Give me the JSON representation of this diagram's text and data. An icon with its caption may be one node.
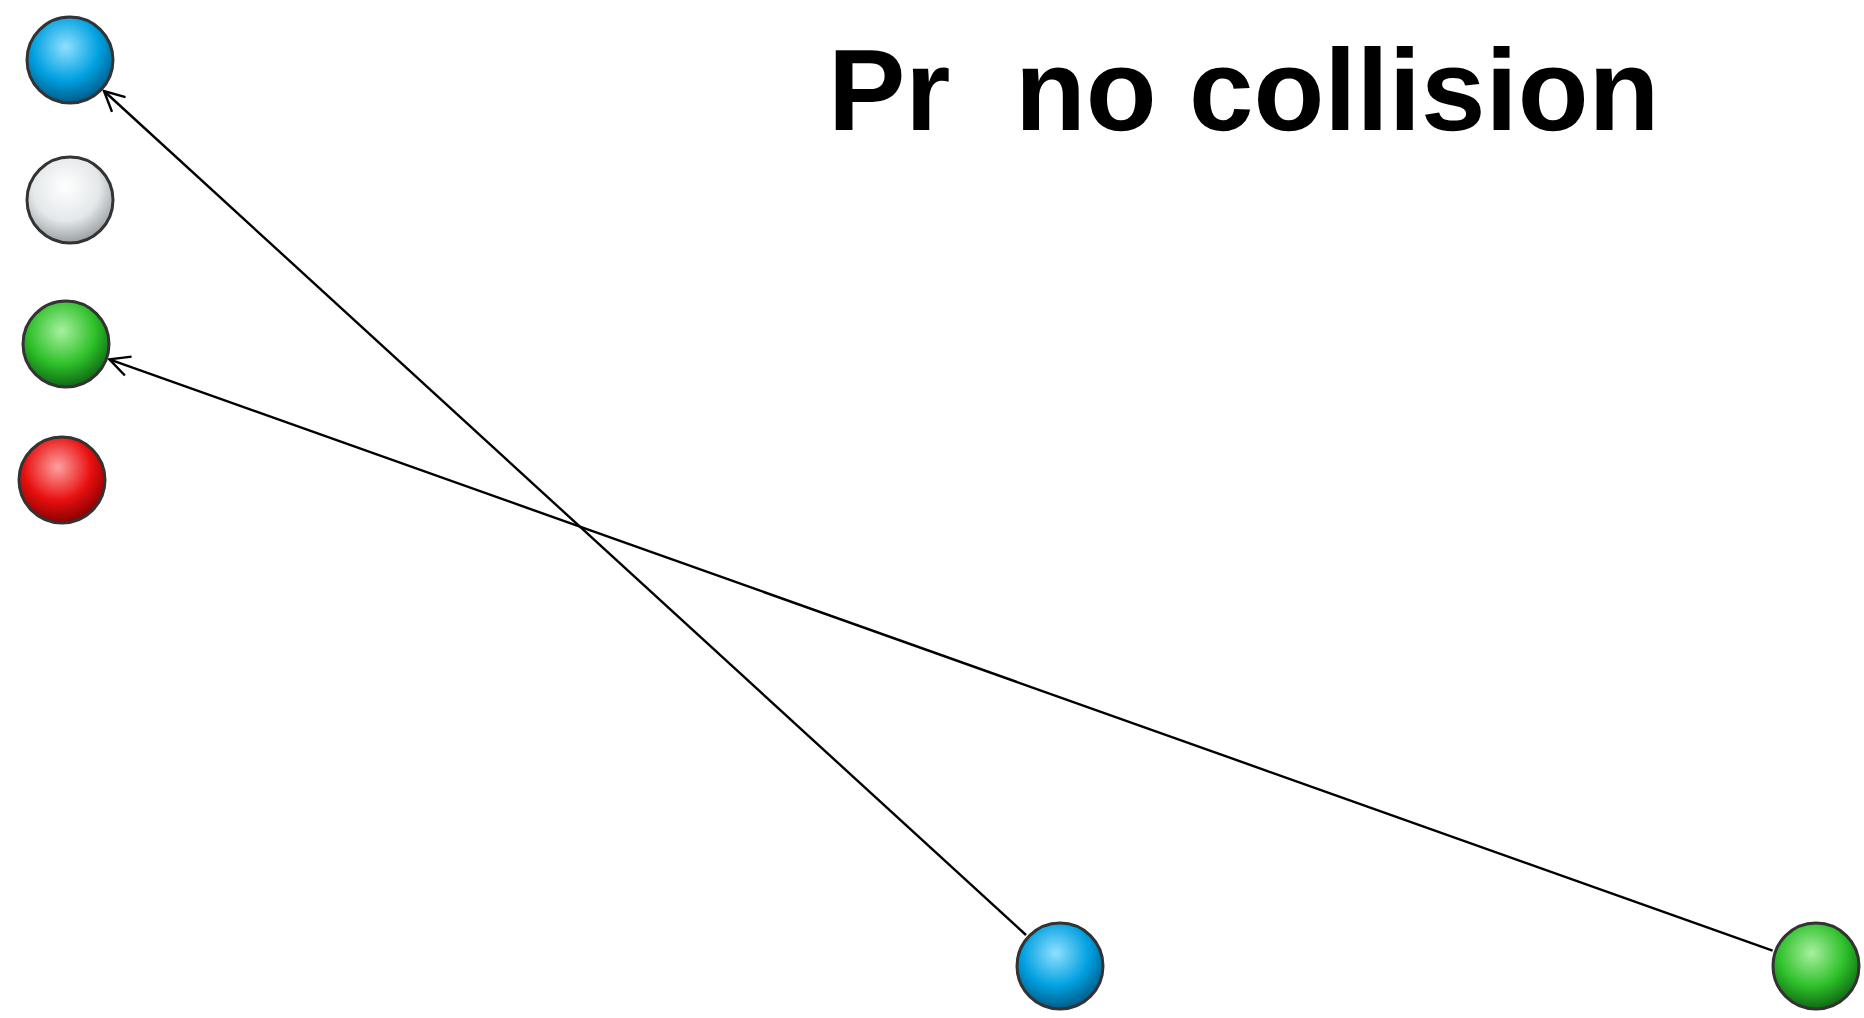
{
  "diagram": {
    "title": "Pr  no collision",
    "nodes": [
      {
        "text": [],
        "shape": "circle"
      },
      {
        "text": [],
        "shape": "circle"
      },
      {
        "text": [],
        "shape": "circle"
      },
      {
        "text": [],
        "shape": "circle"
      },
      {
        "text": [],
        "shape": "circle"
      },
      {
        "text": [],
        "shape": "circle"
      }
    ],
    "edges": [
      {
        "from": 4,
        "to": 0,
        "arrow": "to"
      },
      {
        "from": 5,
        "to": 2,
        "arrow": "to"
      }
    ]
  }
}
